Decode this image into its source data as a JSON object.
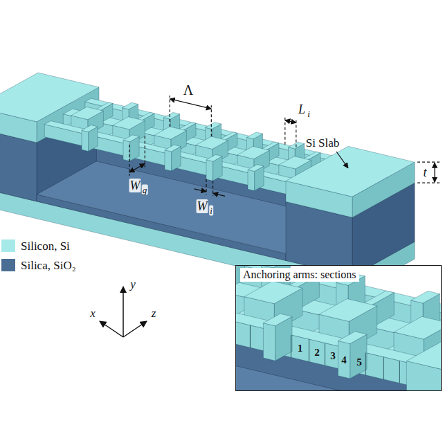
{
  "diagram": {
    "nodes": [
      {
        "text": [
          "Anchoring arms: sections"
        ]
      }
    ],
    "labels": [
      "Λ",
      "L",
      "i",
      "Si Slab",
      "t",
      "W",
      "g",
      "W",
      "i",
      "x",
      "y",
      "z",
      "1",
      "2",
      "3",
      "4",
      "5"
    ],
    "legend": [
      {
        "text": "Silicon, Si",
        "color": "#a6e9e9"
      },
      {
        "text": "Silica, SiO₂",
        "color": "#4a6d94"
      }
    ]
  }
}
